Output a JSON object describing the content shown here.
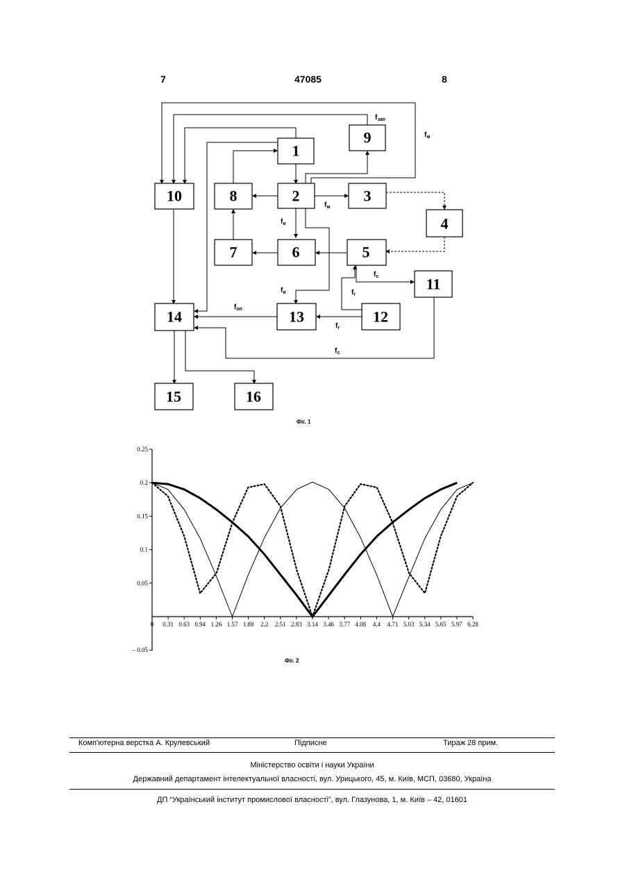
{
  "header": {
    "left": "7",
    "center": "47085",
    "right": "8"
  },
  "figure1": {
    "caption": "Фіг. 1",
    "blocks": [
      "1",
      "2",
      "3",
      "4",
      "5",
      "6",
      "7",
      "8",
      "9",
      "10",
      "11",
      "12",
      "13",
      "14",
      "15",
      "16"
    ],
    "signals": {
      "f_zap": "f",
      "f_zap_sub": "зап",
      "f_m": "f",
      "f_m_sub": "м",
      "f_op": "f",
      "f_op_sub": "оп",
      "f_r": "f",
      "f_r_sub": "r",
      "f_c": "f",
      "f_c_sub": "c",
      "f_u": "f",
      "f_u_sub": "и"
    }
  },
  "figure2": {
    "caption": "Фіг. 2"
  },
  "chart_data": {
    "type": "line",
    "x_ticks": [
      "0",
      "0.31",
      "0.63",
      "0.94",
      "1.26",
      "1.57",
      "1.88",
      "2.2",
      "2.51",
      "2.83",
      "3.14",
      "3.46",
      "3.77",
      "4.08",
      "4.4",
      "4.71",
      "5.03",
      "5.34",
      "5.65",
      "5.97",
      "6.28"
    ],
    "y_ticks": [
      "0.25",
      "0.2",
      "0.15",
      "0.1",
      "0.05",
      "– 0.05"
    ],
    "ylim": [
      -0.05,
      0.25
    ],
    "xlim": [
      0,
      6.28
    ],
    "series": [
      {
        "style": "bold",
        "x": [
          0,
          0.31,
          0.63,
          0.94,
          1.26,
          1.57,
          1.88,
          2.2,
          2.51,
          2.83,
          3.14,
          3.46,
          3.77,
          4.08,
          4.4,
          4.71,
          5.03,
          5.34,
          5.65,
          5.97
        ],
        "y": [
          0.2,
          0.198,
          0.19,
          0.177,
          0.16,
          0.141,
          0.12,
          0.093,
          0.063,
          0.032,
          0.0,
          0.032,
          0.063,
          0.093,
          0.12,
          0.141,
          0.16,
          0.177,
          0.19,
          0.2
        ]
      },
      {
        "style": "thin",
        "x": [
          0,
          0.31,
          0.63,
          0.94,
          1.26,
          1.57,
          1.88,
          2.2,
          2.51,
          2.83,
          3.14,
          3.46,
          3.77,
          4.08,
          4.4,
          4.71,
          5.03,
          5.34,
          5.65,
          5.97,
          6.28
        ],
        "y": [
          0.2,
          0.19,
          0.16,
          0.117,
          0.06,
          0.0,
          0.062,
          0.118,
          0.162,
          0.19,
          0.201,
          0.19,
          0.162,
          0.118,
          0.062,
          0.0,
          0.06,
          0.117,
          0.16,
          0.19,
          0.2
        ]
      },
      {
        "style": "dotted",
        "x": [
          0,
          0.31,
          0.63,
          0.94,
          1.26,
          1.57,
          1.88,
          2.2,
          2.51,
          2.83,
          3.14,
          3.46,
          3.77,
          4.08,
          4.4,
          4.71,
          5.03,
          5.34,
          5.65,
          5.97,
          6.28
        ],
        "y": [
          0.2,
          0.18,
          0.12,
          0.035,
          0.065,
          0.14,
          0.193,
          0.198,
          0.165,
          0.07,
          0.0,
          0.07,
          0.165,
          0.198,
          0.193,
          0.14,
          0.065,
          0.035,
          0.12,
          0.18,
          0.2
        ]
      }
    ]
  },
  "footer": {
    "layout": "Комп'ютерна верстка А. Крулевський",
    "signed": "Підписне",
    "print_run": "Тираж 28 прим.",
    "ministry": "Міністерство освіти і науки України",
    "department": "Державний департамент інтелектуальної власності, вул. Урицького, 45, м. Київ, МСП, 03680, Україна",
    "institute": "ДП “Український інститут промислової власності”, вул. Глазунова, 1, м. Київ – 42, 01601"
  }
}
